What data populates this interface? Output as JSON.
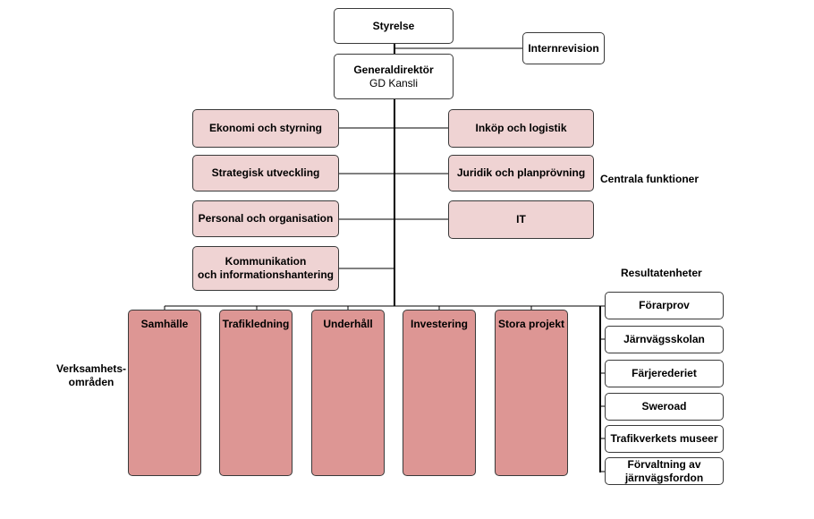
{
  "board": "Styrelse",
  "internal_audit": "Internrevision",
  "director_general": {
    "title": "Generaldirektör",
    "subtitle": "GD Kansli"
  },
  "central_functions": {
    "label": "Centrala funktioner",
    "left": [
      "Ekonomi och styrning",
      "Strategisk utveckling",
      "Personal och organisation",
      "Kommunikation\noch informationshantering"
    ],
    "right": [
      "Inköp och logistik",
      "Juridik och planprövning",
      "IT"
    ]
  },
  "business_areas": {
    "label": "Verksamhets-\nområden",
    "items": [
      "Samhälle",
      "Trafikledning",
      "Underhåll",
      "Investering",
      "Stora projekt"
    ]
  },
  "result_units": {
    "label": "Resultatenheter",
    "items": [
      "Förarprov",
      "Järnvägsskolan",
      "Färjerederiet",
      "Sweroad",
      "Trafikverkets museer",
      "Förvaltning av\njärnvägsfordon"
    ]
  },
  "colors": {
    "central": "#efd3d3",
    "business": "#dd9694",
    "line": "#000000"
  }
}
